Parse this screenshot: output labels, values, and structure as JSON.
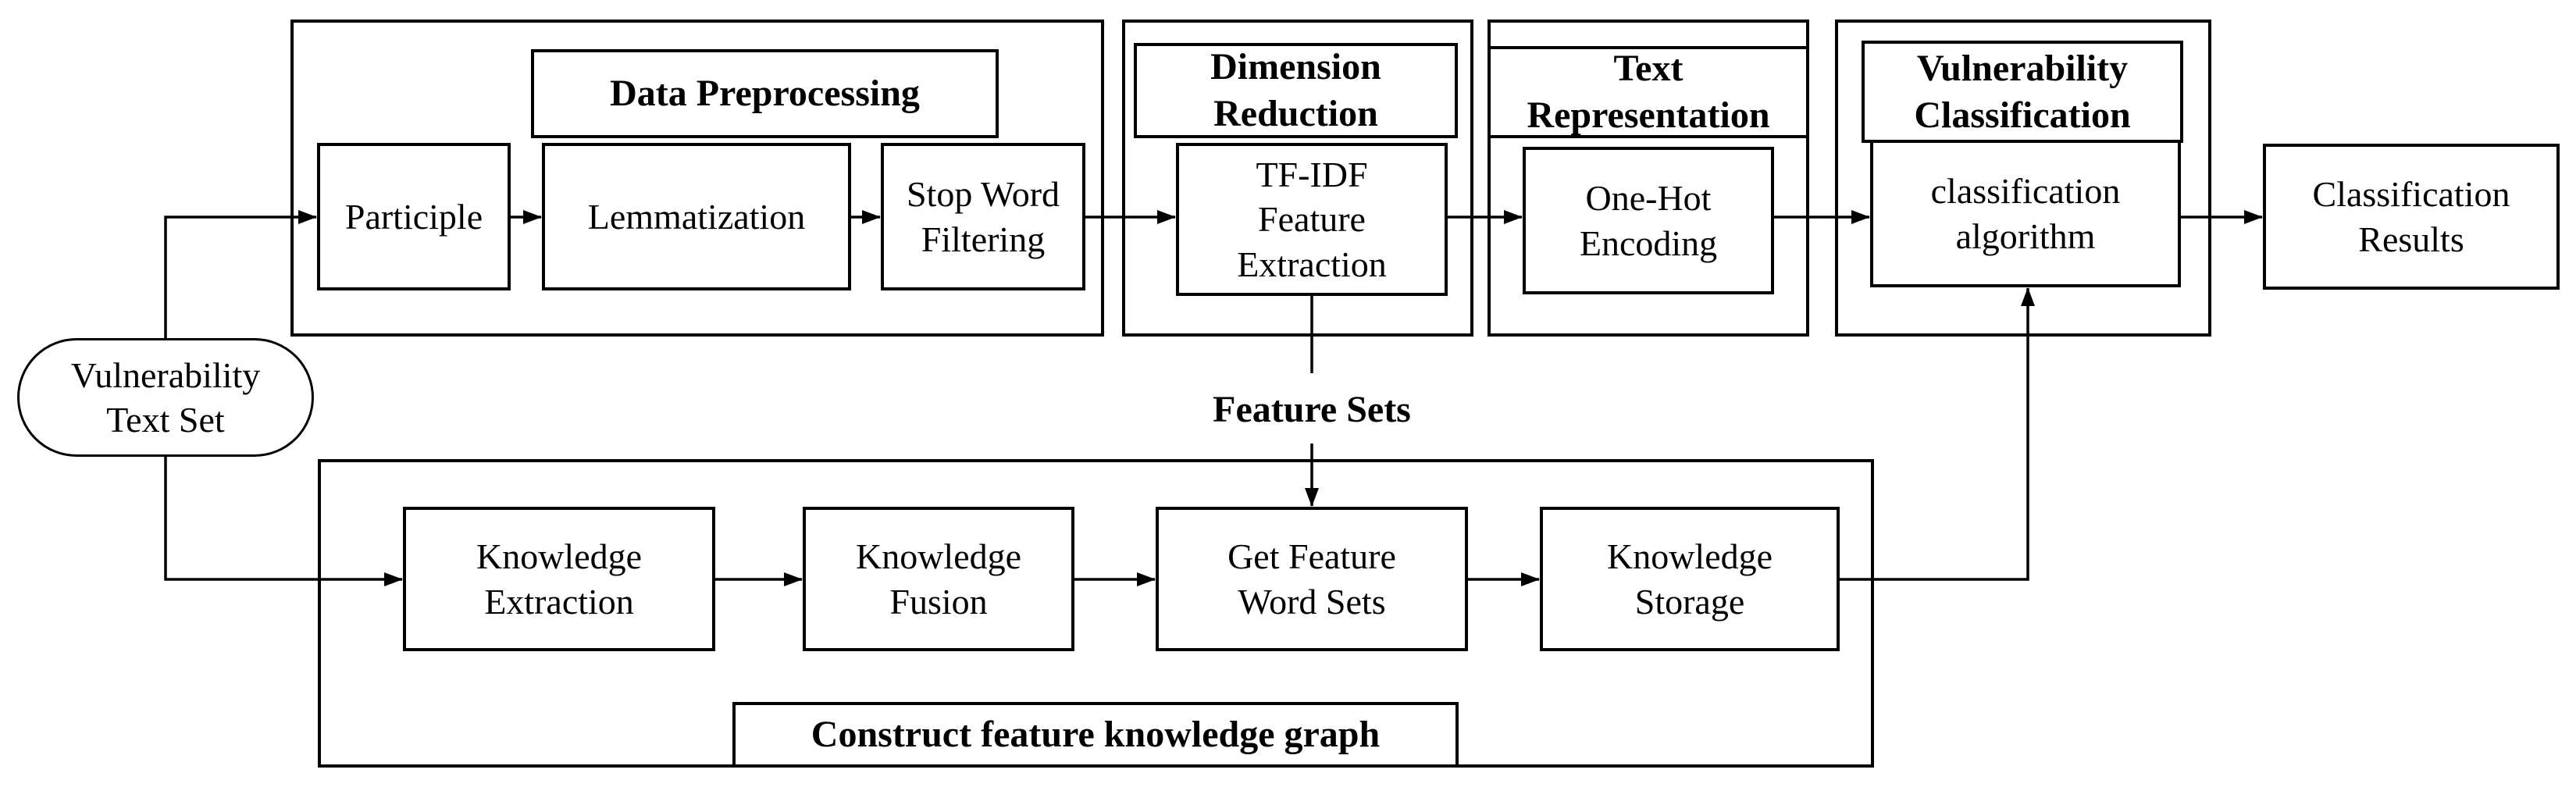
{
  "diagram": {
    "source": {
      "label": "Vulnerability\nText Set"
    },
    "groups": {
      "data_preprocessing": {
        "title": "Data Preprocessing",
        "steps": {
          "participle": "Participle",
          "lemmatization": "Lemmatization",
          "stop_word_filtering": "Stop Word\nFiltering"
        }
      },
      "dimension_reduction": {
        "title": "Dimension\nReduction",
        "steps": {
          "tfidf_feature_extraction": "TF-IDF\nFeature\nExtraction"
        }
      },
      "text_representation": {
        "title": "Text\nRepresentation",
        "steps": {
          "one_hot_encoding": "One-Hot\nEncoding"
        }
      },
      "vulnerability_classification": {
        "title": "Vulnerability\nClassification",
        "steps": {
          "classification_algorithm": "classification\nalgorithm"
        }
      },
      "knowledge_graph": {
        "title": "Construct feature knowledge graph",
        "steps": {
          "knowledge_extraction": "Knowledge\nExtraction",
          "knowledge_fusion": "Knowledge\nFusion",
          "get_feature_word_sets": "Get Feature\nWord Sets",
          "knowledge_storage": "Knowledge\nStorage"
        }
      }
    },
    "outputs": {
      "classification_results": "Classification\nResults"
    },
    "annotations": {
      "feature_sets": "Feature Sets"
    },
    "colors": {
      "stroke": "#000000",
      "background": "#ffffff"
    }
  }
}
